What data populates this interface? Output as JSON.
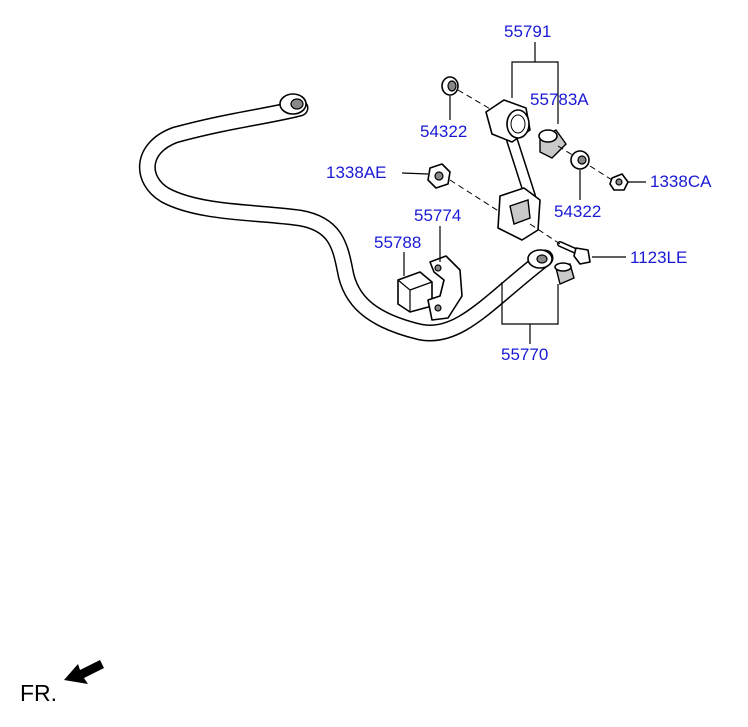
{
  "parts": {
    "p55791": "55791",
    "p55783A": "55783A",
    "p54322_top": "54322",
    "p1338AE": "1338AE",
    "p54322_right": "54322",
    "p1338CA": "1338CA",
    "p55774": "55774",
    "p55788": "55788",
    "p1123LE": "1123LE",
    "p55770": "55770"
  },
  "direction_label": "FR.",
  "colors": {
    "label": "#1a1ad6",
    "line": "#000000"
  }
}
